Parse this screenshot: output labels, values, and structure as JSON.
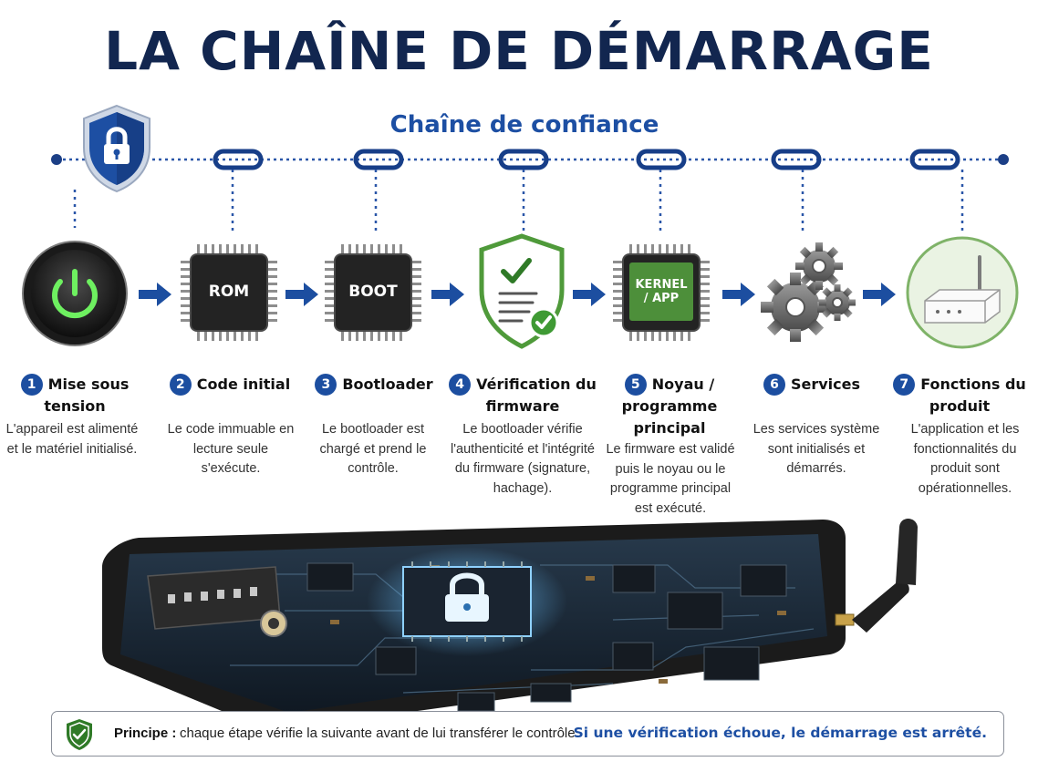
{
  "title": "LA CHAÎNE DE DÉMARRAGE",
  "chain_title": "Chaîne de confiance",
  "chips": {
    "rom": "ROM",
    "boot": "BOOT",
    "kernel_line1": "KERNEL",
    "kernel_line2": "/ APP"
  },
  "steps": [
    {
      "number": "1",
      "title": "Mise sous tension",
      "desc": "L'appareil est alimenté et le matériel initialisé."
    },
    {
      "number": "2",
      "title": "Code initial",
      "desc": "Le code immuable en lecture seule s'exécute."
    },
    {
      "number": "3",
      "title": "Bootloader",
      "desc": "Le bootloader est chargé et prend le contrôle."
    },
    {
      "number": "4",
      "title": "Vérification du firmware",
      "desc": "Le bootloader vérifie l'authenticité et l'intégrité du firmware (signature, hachage)."
    },
    {
      "number": "5",
      "title": "Noyau / programme principal",
      "desc": "Le firmware est validé puis le noyau ou le programme principal est exécuté."
    },
    {
      "number": "6",
      "title": "Services",
      "desc": "Les services système sont initialisés et démarrés."
    },
    {
      "number": "7",
      "title": "Fonctions du produit",
      "desc": "L'application et les fonctionnalités du produit sont opérationnelles."
    }
  ],
  "principle": {
    "label": "Principe :",
    "text": "chaque étape vérifie la suivante avant de lui transférer le contrôle.",
    "warning": "Si une vérification échoue, le démarrage est arrêté."
  },
  "colors": {
    "navy": "#12264f",
    "blue": "#1d4fa3",
    "green": "#4f9a3a",
    "power_green": "#6ef060"
  },
  "icons": [
    "lock-shield-icon",
    "power-button-icon",
    "rom-chip-icon",
    "boot-chip-icon",
    "verified-document-shield-icon",
    "kernel-chip-icon",
    "gears-icon",
    "router-device-icon",
    "circuit-board-illustration",
    "green-shield-icon"
  ]
}
